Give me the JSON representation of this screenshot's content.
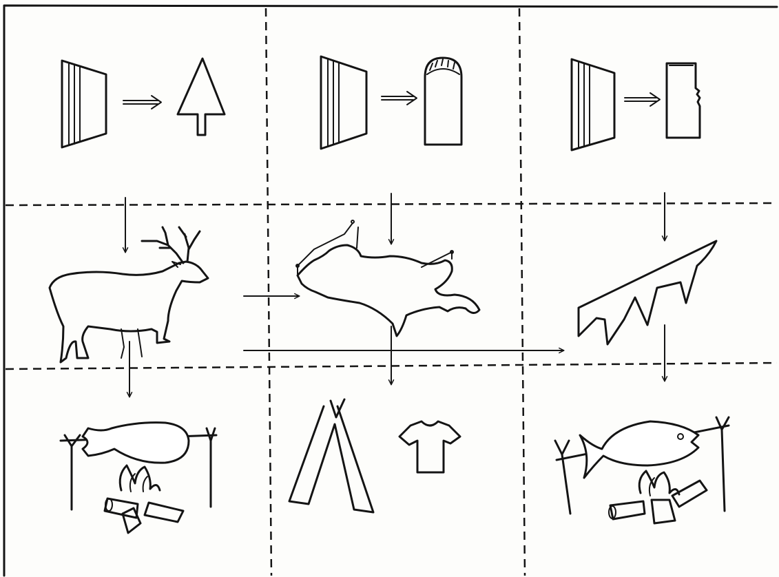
{
  "diagram": {
    "colors": {
      "ink": "#141414",
      "paper": "#fdfdfb"
    },
    "grid": {
      "columns": 3,
      "rows": 3,
      "outer_border": "solid",
      "dividers": "dashed"
    },
    "cells": [
      {
        "row": 1,
        "col": 1,
        "icons": [
          "rock-slab-icon",
          "double-arrow-icon",
          "arrowhead-icon"
        ]
      },
      {
        "row": 1,
        "col": 2,
        "icons": [
          "rock-slab-icon",
          "double-arrow-icon",
          "scraper-tool-icon"
        ]
      },
      {
        "row": 1,
        "col": 3,
        "icons": [
          "rock-slab-icon",
          "double-arrow-icon",
          "knife-blade-icon"
        ]
      },
      {
        "row": 2,
        "col": 1,
        "icons": [
          "deer-icon"
        ]
      },
      {
        "row": 2,
        "col": 2,
        "icons": [
          "stretched-hide-icon"
        ]
      },
      {
        "row": 2,
        "col": 3,
        "icons": [
          "jagged-bone-harpoon-icon"
        ]
      },
      {
        "row": 3,
        "col": 1,
        "icons": [
          "meat-on-spit-icon",
          "campfire-icon"
        ]
      },
      {
        "row": 3,
        "col": 2,
        "icons": [
          "tipi-tent-icon",
          "tunic-shirt-icon"
        ]
      },
      {
        "row": 3,
        "col": 3,
        "icons": [
          "fish-on-spit-icon",
          "campfire-icon"
        ]
      }
    ],
    "flows": [
      {
        "from": "arrowhead-icon",
        "to": "deer-icon"
      },
      {
        "from": "scraper-tool-icon",
        "to": "stretched-hide-icon"
      },
      {
        "from": "knife-blade-icon",
        "to": "jagged-bone-harpoon-icon"
      },
      {
        "from": "deer-icon",
        "to": "stretched-hide-icon"
      },
      {
        "from": "deer-icon",
        "to": "jagged-bone-harpoon-icon"
      },
      {
        "from": "deer-icon",
        "to": "meat-on-spit-icon"
      },
      {
        "from": "stretched-hide-icon",
        "to": "tipi-tent-icon"
      },
      {
        "from": "jagged-bone-harpoon-icon",
        "to": "fish-on-spit-icon"
      }
    ]
  }
}
